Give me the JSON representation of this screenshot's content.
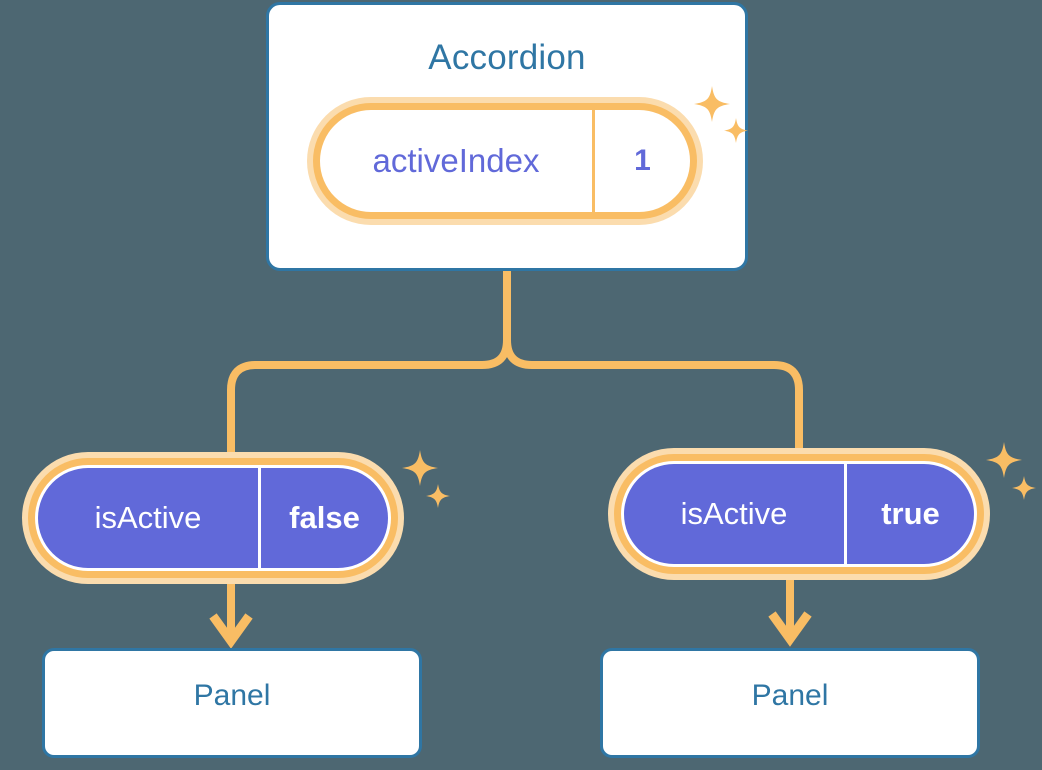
{
  "theme": {
    "background": "#4d6772",
    "card_border": "#2f76a4",
    "card_fill": "#ffffff",
    "title_text": "#2f76a4",
    "accent_orange": "#f9bd64",
    "accent_orange_soft": "#fbdcae",
    "state_purple": "#6169d9",
    "value_text_on_purple": "#ffffff"
  },
  "diagram": {
    "type": "component-state-tree",
    "root": {
      "title": "Accordion",
      "state": {
        "key": "activeIndex",
        "value": "1"
      }
    },
    "children": [
      {
        "state": {
          "key": "isActive",
          "value": "false"
        },
        "node": {
          "title": "Panel"
        }
      },
      {
        "state": {
          "key": "isActive",
          "value": "true"
        },
        "node": {
          "title": "Panel"
        }
      }
    ],
    "icons": {
      "sparkle": "sparkle-icon",
      "arrow": "arrow-down-icon"
    }
  }
}
